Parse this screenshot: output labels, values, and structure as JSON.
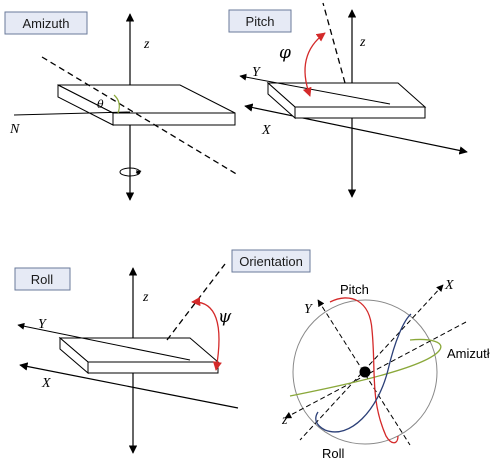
{
  "panels": {
    "azimuth": {
      "title": "Amizuth",
      "axis_z": "z",
      "axis_n": "N",
      "angle": "θ"
    },
    "pitch": {
      "title": "Pitch",
      "axis_z": "z",
      "axis_y": "Y",
      "axis_x": "X",
      "angle": "φ"
    },
    "roll": {
      "title": "Roll",
      "axis_z": "z",
      "axis_y": "Y",
      "axis_x": "X",
      "angle": "ψ"
    },
    "orientation": {
      "title": "Orientation",
      "label_pitch": "Pitch",
      "label_roll": "Roll",
      "label_azimuth": "Amizutł",
      "axis_x": "X",
      "axis_y": "Y",
      "axis_z": "z"
    }
  },
  "colors": {
    "title_box_fill": "#e6eaf5",
    "title_box_stroke": "#6a7a9a",
    "red": "#d42a2a",
    "blue": "#2b3f77",
    "green": "#8aa83a"
  }
}
